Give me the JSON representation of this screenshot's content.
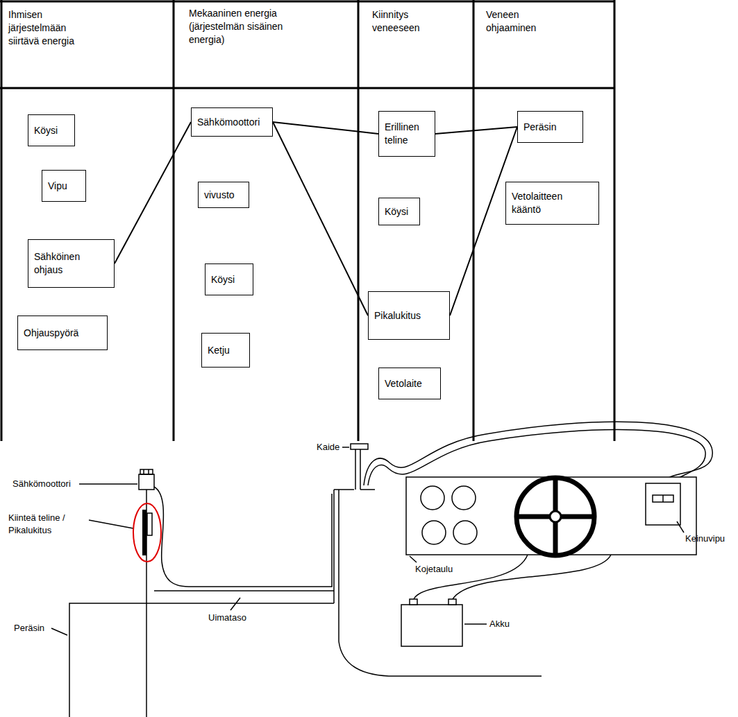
{
  "diagram": {
    "nodes": [
      {
        "text": [
          "Köysi"
        ]
      },
      {
        "text": [
          "Vipu"
        ]
      },
      {
        "text": [
          "Sähköinen ohjaus"
        ]
      },
      {
        "text": [
          "Ohjauspyörä"
        ]
      },
      {
        "text": [
          "Sähkömoottori"
        ]
      },
      {
        "text": [
          "vivusto"
        ]
      },
      {
        "text": [
          "Köysi"
        ]
      },
      {
        "text": [
          "Ketju"
        ]
      },
      {
        "text": [
          "Erillinen teline"
        ]
      },
      {
        "text": [
          "Köysi"
        ]
      },
      {
        "text": [
          "Pikalukitus"
        ]
      },
      {
        "text": [
          "Vetolaite"
        ]
      },
      {
        "text": [
          "Peräsin"
        ]
      },
      {
        "text": [
          "Vetolaitteen kääntö"
        ]
      }
    ],
    "edges": [
      {
        "from": 2,
        "to": 4,
        "arrow": "none"
      },
      {
        "from": 4,
        "to": 8,
        "arrow": "none"
      },
      {
        "from": 4,
        "to": 10,
        "arrow": "none"
      },
      {
        "from": 8,
        "to": 12,
        "arrow": "none"
      },
      {
        "from": 10,
        "to": 12,
        "arrow": "none"
      }
    ],
    "labels": [
      "Ihmisen järjestelmään siirtävä energia",
      "Mekaaninen energia (järjestelmän sisäinen energia)",
      "Kiinnitys veneeseen",
      "Veneen ohjaaminen",
      "Sähkömoottori",
      "Kiinteä teline / Pikalukitus",
      "Kaide",
      "Kojetaulu",
      "Keinuvipu",
      "Akku",
      "Uimataso",
      "Peräsin"
    ]
  }
}
